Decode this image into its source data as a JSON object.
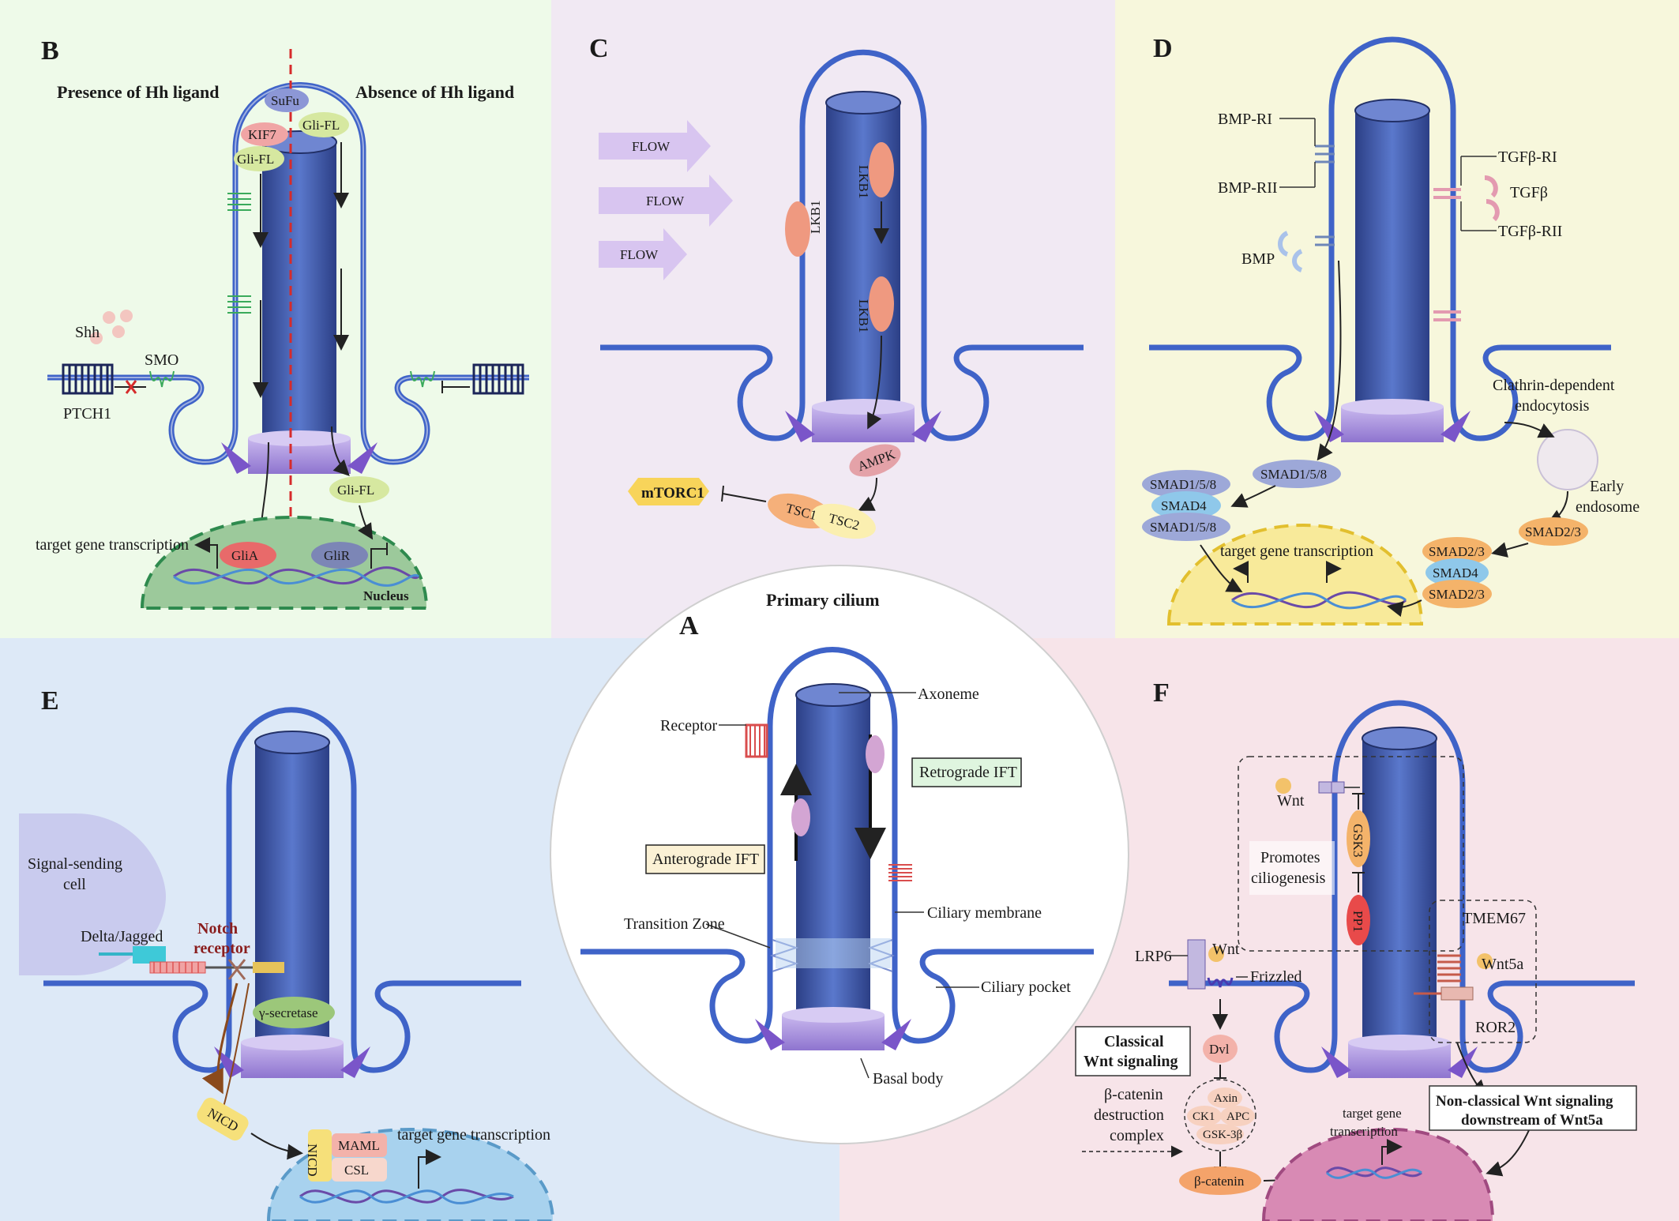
{
  "colors": {
    "panel_b": "#eefae9",
    "panel_c": "#f1e9f3",
    "panel_d": "#f7f7dc",
    "panel_e": "#dde9f7",
    "panel_f": "#f7e4e9",
    "membrane": "#3f63c8",
    "axoneme": "#3a55a8",
    "basal_body": "#a78fd6"
  },
  "panel_a": {
    "letter": "A",
    "title": "Primary cilium",
    "axoneme": "Axoneme",
    "receptor": "Receptor",
    "retrograde": "Retrograde IFT",
    "anterograde": "Anterograde IFT",
    "ciliary_membrane": "Ciliary membrane",
    "transition_zone": "Transition Zone",
    "ciliary_pocket": "Ciliary pocket",
    "basal_body": "Basal body"
  },
  "panel_b": {
    "letter": "B",
    "presence": "Presence of Hh ligand",
    "absence": "Absence of Hh ligand",
    "sufu": "SuFu",
    "kif7": "KIF7",
    "gli_fl_top_right": "Gli-FL",
    "gli_fl_left": "Gli-FL",
    "gli_fl_bottom": "Gli-FL",
    "shh": "Shh",
    "smo": "SMO",
    "ptch1": "PTCH1",
    "target": "target gene transcription",
    "glia": "GliA",
    "glir": "GliR",
    "nucleus": "Nucleus"
  },
  "panel_c": {
    "letter": "C",
    "flow1": "FLOW",
    "flow2": "FLOW",
    "flow3": "FLOW",
    "lkb1_left": "LKB1",
    "lkb1_top": "LKB1",
    "lkb1_mid": "LKB1",
    "ampk": "AMPK",
    "tsc1": "TSC1",
    "tsc2": "TSC2",
    "mtorc1": "mTORC1"
  },
  "panel_d": {
    "letter": "D",
    "bmp_ri": "BMP-RI",
    "bmp_rii": "BMP-RII",
    "bmp": "BMP",
    "tgfb_ri": "TGFβ-RI",
    "tgfb": "TGFβ",
    "tgfb_rii": "TGFβ-RII",
    "clathrin": "Clathrin-dependent",
    "endocytosis": "endocytosis",
    "early": "Early",
    "endosome": "endosome",
    "smad158_single": "SMAD1/5/8",
    "smad158_a": "SMAD1/5/8",
    "smad4_a": "SMAD4",
    "smad158_b": "SMAD1/5/8",
    "smad23_single": "SMAD2/3",
    "smad23_a": "SMAD2/3",
    "smad4_b": "SMAD4",
    "smad23_b": "SMAD2/3",
    "target": "target gene transcription"
  },
  "panel_e": {
    "letter": "E",
    "signal_cell_1": "Signal-sending",
    "signal_cell_2": "cell",
    "delta": "Delta/Jagged",
    "notch_1": "Notch",
    "notch_2": "receptor",
    "gamma": "γ-secretase",
    "nicd": "NICD",
    "nicd_nuc": "NICD",
    "maml": "MAML",
    "csl": "CSL",
    "target": "target gene transcription"
  },
  "panel_f": {
    "letter": "F",
    "wnt_top": "Wnt",
    "gsk3": "GSK3",
    "pp1": "PP1",
    "promotes_1": "Promotes",
    "promotes_2": "ciliogenesis",
    "tmem67": "TMEM67",
    "wnt5a": "Wnt5a",
    "ror2": "ROR2",
    "lrp6": "LRP6",
    "wnt": "Wnt",
    "frizzled": "Frizzled",
    "classical_1": "Classical",
    "classical_2": "Wnt signaling",
    "dvl": "Dvl",
    "axin": "Axin",
    "ck1": "CK1",
    "apc": "APC",
    "gsk3b": "GSK-3β",
    "destruction_1": "β-catenin",
    "destruction_2": "destruction",
    "destruction_3": "complex",
    "bcatenin": "β-catenin",
    "target_1": "target gene",
    "target_2": "transcription",
    "nonclassical_1": "Non-classical Wnt signaling",
    "nonclassical_2": "downstream of Wnt5a"
  }
}
